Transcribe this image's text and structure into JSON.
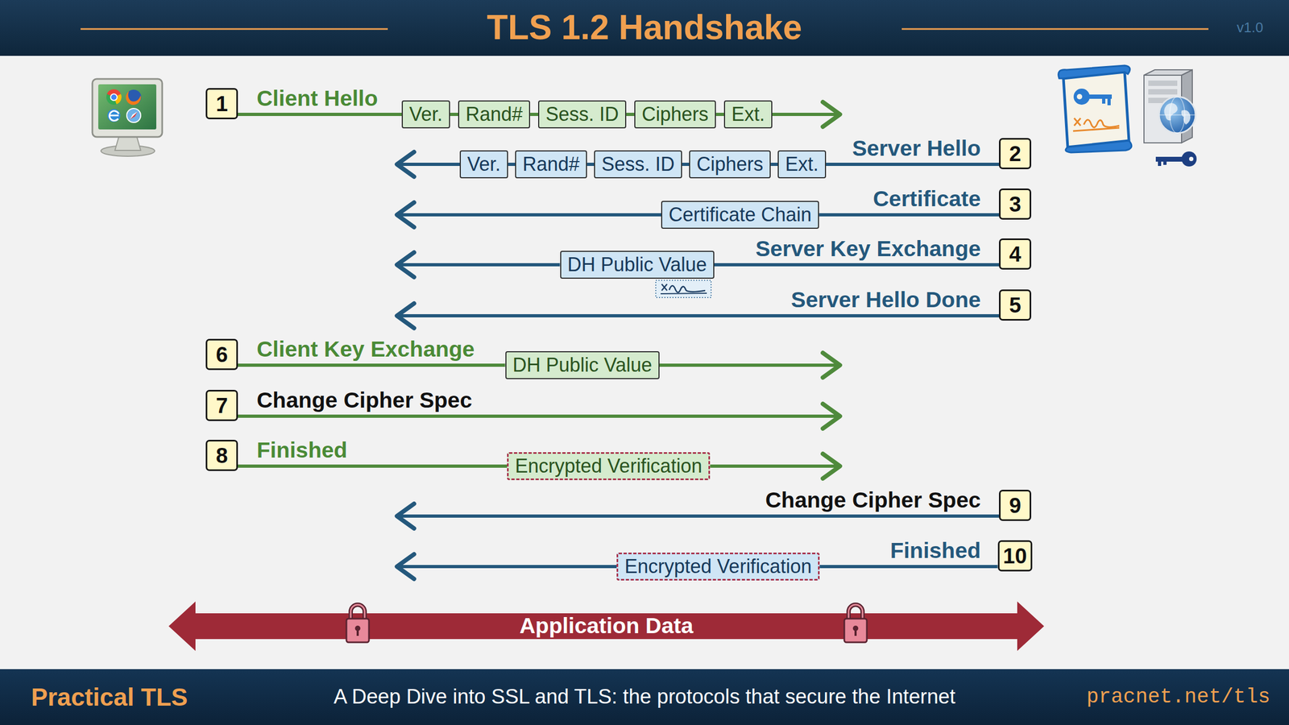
{
  "diagram": {
    "title": "TLS 1.2 Handshake",
    "caption": "A Deep Dive into SSL and TLS: the protocols that secure the Internet",
    "nodes": [
      {
        "text": [
          "1"
        ]
      },
      {
        "text": [
          "Ver."
        ]
      },
      {
        "text": [
          "Rand#"
        ]
      },
      {
        "text": [
          "Sess. ID"
        ]
      },
      {
        "text": [
          "Ciphers"
        ]
      },
      {
        "text": [
          "Ext."
        ]
      },
      {
        "text": [
          "Ver."
        ]
      },
      {
        "text": [
          "Rand#"
        ]
      },
      {
        "text": [
          "Sess. ID"
        ]
      },
      {
        "text": [
          "Ciphers"
        ]
      },
      {
        "text": [
          "Ext."
        ]
      },
      {
        "text": [
          "2"
        ]
      },
      {
        "text": [
          "Certificate Chain"
        ]
      },
      {
        "text": [
          "3"
        ]
      },
      {
        "text": [
          "DH Public Value"
        ]
      },
      {
        "text": [
          "4"
        ]
      },
      {
        "text": [
          "5"
        ]
      },
      {
        "text": [
          "6"
        ]
      },
      {
        "text": [
          "DH Public Value"
        ]
      },
      {
        "text": [
          "7"
        ]
      },
      {
        "text": [
          "8"
        ]
      },
      {
        "text": [
          "Encrypted Verification"
        ]
      },
      {
        "text": [
          "9"
        ]
      },
      {
        "text": [
          "Encrypted Verification"
        ]
      },
      {
        "text": [
          "10"
        ]
      },
      {
        "text": [
          "Application Data"
        ]
      }
    ],
    "edges": [
      {
        "from": 0,
        "to": 1,
        "arrow": "none"
      },
      {
        "from": 1,
        "to": 2,
        "arrow": "none"
      },
      {
        "from": 2,
        "to": 3,
        "arrow": "none"
      },
      {
        "from": 3,
        "to": 4,
        "arrow": "none"
      },
      {
        "from": 4,
        "to": 5,
        "arrow": "none"
      },
      {
        "from": 11,
        "to": 10,
        "arrow": "none"
      },
      {
        "from": 10,
        "to": 9,
        "arrow": "none"
      },
      {
        "from": 9,
        "to": 8,
        "arrow": "none"
      },
      {
        "from": 8,
        "to": 7,
        "arrow": "none"
      },
      {
        "from": 7,
        "to": 6,
        "arrow": "none"
      },
      {
        "from": 13,
        "to": 12,
        "arrow": "none"
      },
      {
        "from": 15,
        "to": 14,
        "arrow": "none"
      },
      {
        "from": 17,
        "to": 18,
        "arrow": "none"
      },
      {
        "from": 20,
        "to": 21,
        "arrow": "none"
      },
      {
        "from": 24,
        "to": 23,
        "arrow": "none"
      }
    ],
    "labels": [
      "v1.0",
      "Client Hello",
      "Server Hello",
      "Certificate",
      "Server Key Exchange",
      "Server Hello Done",
      "Client Key Exchange",
      "Change Cipher Spec",
      "Finished",
      "Change Cipher Spec",
      "Finished",
      "Practical TLS",
      "pracnet.net/tls"
    ]
  }
}
